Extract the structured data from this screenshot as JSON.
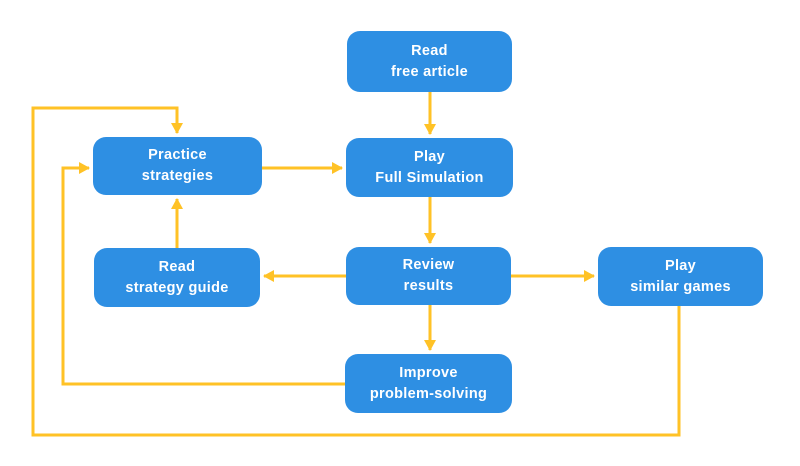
{
  "diagram": {
    "type": "flowchart",
    "colors": {
      "node_fill": "#2E8FE3",
      "node_text": "#FFFFFF",
      "arrow": "#FFC226",
      "background": "#FFFFFF"
    },
    "nodes": [
      {
        "id": "read-free-article",
        "label": "Read\nfree article"
      },
      {
        "id": "practice-strategies",
        "label": "Practice\nstrategies"
      },
      {
        "id": "play-full-simulation",
        "label": "Play\nFull Simulation"
      },
      {
        "id": "read-strategy-guide",
        "label": "Read\nstrategy guide"
      },
      {
        "id": "review-results",
        "label": "Review\nresults"
      },
      {
        "id": "play-similar-games",
        "label": "Play\nsimilar games"
      },
      {
        "id": "improve-problem-solving",
        "label": "Improve\nproblem-solving"
      }
    ],
    "edges": [
      {
        "from": "read-free-article",
        "to": "play-full-simulation"
      },
      {
        "from": "practice-strategies",
        "to": "play-full-simulation"
      },
      {
        "from": "play-full-simulation",
        "to": "review-results"
      },
      {
        "from": "review-results",
        "to": "read-strategy-guide"
      },
      {
        "from": "read-strategy-guide",
        "to": "practice-strategies"
      },
      {
        "from": "review-results",
        "to": "play-similar-games"
      },
      {
        "from": "review-results",
        "to": "improve-problem-solving"
      },
      {
        "from": "improve-problem-solving",
        "to": "practice-strategies"
      },
      {
        "from": "play-similar-games",
        "to": "practice-strategies"
      }
    ]
  }
}
